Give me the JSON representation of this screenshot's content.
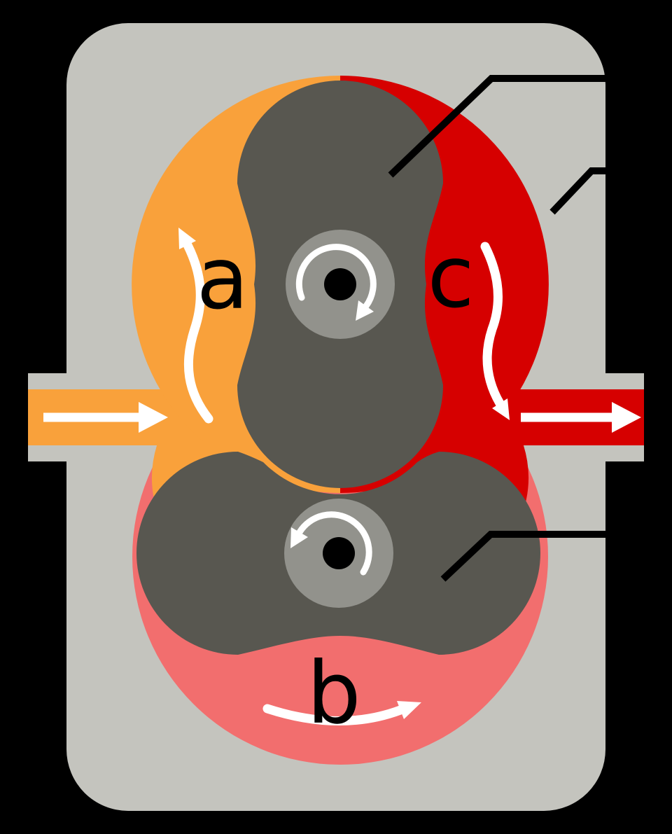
{
  "diagram": {
    "labels": {
      "chamber_a": "a",
      "chamber_b": "b",
      "chamber_c": "c"
    },
    "colors": {
      "background": "#000000",
      "housing": "#C4C4BE",
      "intake_fluid": "#F9A13B",
      "outlet_fluid": "#D60000",
      "carried_fluid": "#F26E6E",
      "rotor": "#585750",
      "shaft": "#92928C",
      "axle_dot": "#000000",
      "flow_arrow": "#FFFFFF",
      "leader_line": "#000000"
    }
  }
}
